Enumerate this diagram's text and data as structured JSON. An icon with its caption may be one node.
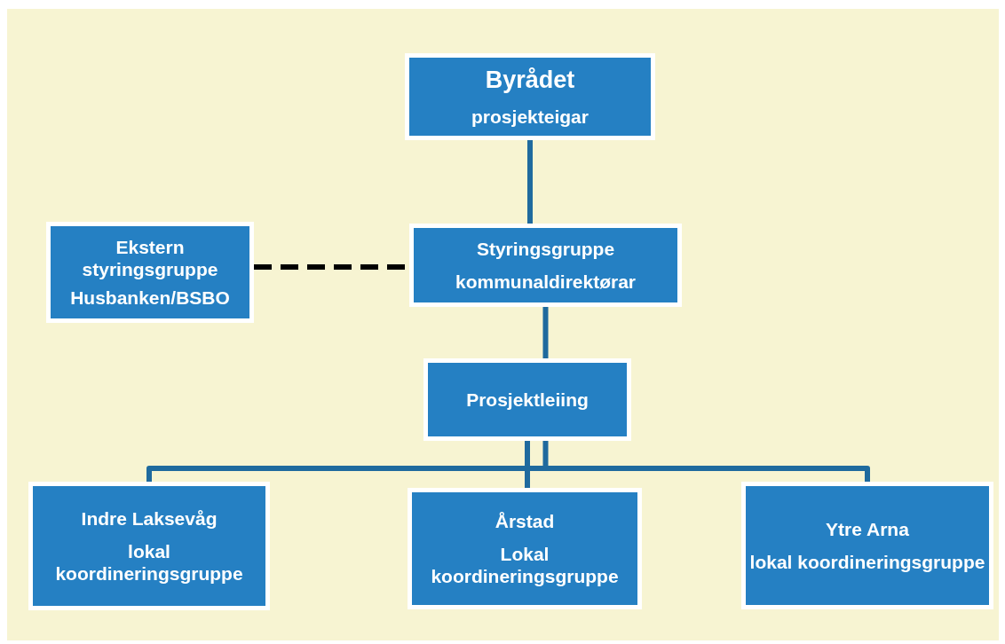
{
  "diagram": {
    "nodes": [
      {
        "text": [
          "Byrådet",
          "prosjekteigar"
        ]
      },
      {
        "text": [
          "Ekstern styringsgruppe",
          "Husbanken/BSBO"
        ]
      },
      {
        "text": [
          "Styringsgruppe",
          "kommunaldirektørar"
        ]
      },
      {
        "text": [
          "Prosjektleiing"
        ]
      },
      {
        "text": [
          "Indre Laksevåg",
          "lokal koordineringsgruppe"
        ]
      },
      {
        "text": [
          "Årstad",
          "Lokal koordineringsgruppe"
        ]
      },
      {
        "text": [
          "Ytre Arna",
          "lokal koordineringsgruppe"
        ]
      }
    ],
    "edges": [
      {
        "from": 0,
        "to": 2,
        "arrow": "none"
      },
      {
        "from": 1,
        "to": 2,
        "arrow": "none",
        "style": "dashed",
        "color": "#000000"
      },
      {
        "from": 2,
        "to": 3,
        "arrow": "none"
      },
      {
        "from": 3,
        "to": 4,
        "arrow": "none"
      },
      {
        "from": 3,
        "to": 5,
        "arrow": "none"
      },
      {
        "from": 3,
        "to": 6,
        "arrow": "none"
      }
    ]
  }
}
